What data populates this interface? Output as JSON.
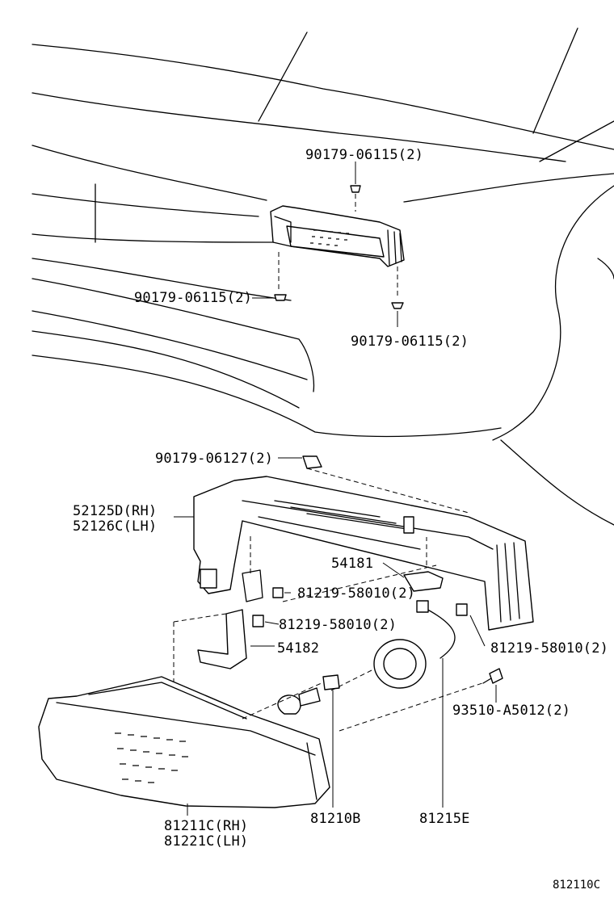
{
  "labels": {
    "upper_clip": "90179-06115(2)",
    "left_clip": "90179-06115(2)",
    "lower_clip": "90179-06115(2)",
    "top_nut": "90179-06127(2)",
    "bracket_rh": "52125D(RH)",
    "bracket_lh": "52126C(LH)",
    "stay_54181": "54181",
    "screw_1": "81219-58010(2)",
    "screw_2": "81219-58010(2)",
    "screw_3": "81219-58010(2)",
    "stay_54182": "54182",
    "screw_93510": "93510-A5012(2)",
    "lamp_rh": "81211C(RH)",
    "lamp_lh": "81221C(LH)",
    "bulb": "81210B",
    "socket": "81215E",
    "drawing_no": "812110C"
  }
}
